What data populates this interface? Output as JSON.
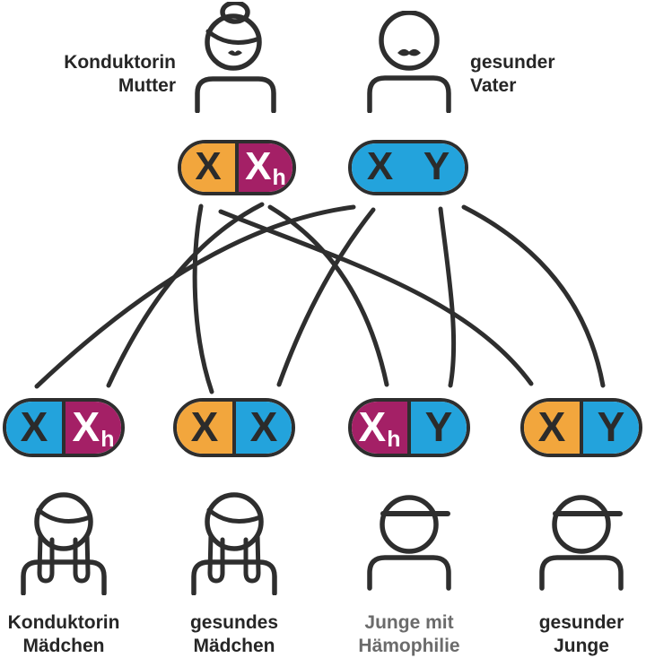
{
  "palette": {
    "orange": "#F2A63D",
    "magenta": "#A42066",
    "blue": "#23A3DC",
    "outline_dark": "#2E2E2E",
    "label_dark": "#262626",
    "label_gray": "#6B6B6B",
    "allele_text_dark": "#2B2B2B",
    "allele_text_light": "#FFFFFF"
  },
  "parents": [
    {
      "id": "mother",
      "label_lines": [
        "Konduktorin",
        "Mutter"
      ],
      "label_tone": "dark",
      "icon": "woman-bun-icon",
      "alleles": [
        {
          "base": "X",
          "sub": "",
          "fill": "orange",
          "text_tone": "dark"
        },
        {
          "base": "X",
          "sub": "h",
          "fill": "magenta",
          "text_tone": "light"
        }
      ]
    },
    {
      "id": "father",
      "label_lines": [
        "gesunder",
        "Vater"
      ],
      "label_tone": "dark",
      "icon": "man-mustache-icon",
      "alleles": [
        {
          "base": "X",
          "sub": "",
          "fill": "blue",
          "text_tone": "dark"
        },
        {
          "base": "Y",
          "sub": "",
          "fill": "blue",
          "text_tone": "dark"
        }
      ]
    }
  ],
  "children": [
    {
      "id": "child-1",
      "label_lines": [
        "Konduktorin",
        "Mädchen"
      ],
      "label_tone": "dark",
      "icon": "girl-icon",
      "alleles": [
        {
          "base": "X",
          "sub": "",
          "fill": "blue",
          "text_tone": "dark"
        },
        {
          "base": "X",
          "sub": "h",
          "fill": "magenta",
          "text_tone": "light"
        }
      ]
    },
    {
      "id": "child-2",
      "label_lines": [
        "gesundes",
        "Mädchen"
      ],
      "label_tone": "dark",
      "icon": "girl-icon",
      "alleles": [
        {
          "base": "X",
          "sub": "",
          "fill": "orange",
          "text_tone": "dark"
        },
        {
          "base": "X",
          "sub": "",
          "fill": "blue",
          "text_tone": "dark"
        }
      ]
    },
    {
      "id": "child-3",
      "label_lines": [
        "Junge mit",
        "Hämophilie"
      ],
      "label_tone": "gray",
      "icon": "boy-cap-icon",
      "alleles": [
        {
          "base": "X",
          "sub": "h",
          "fill": "magenta",
          "text_tone": "light"
        },
        {
          "base": "Y",
          "sub": "",
          "fill": "blue",
          "text_tone": "dark"
        }
      ]
    },
    {
      "id": "child-4",
      "label_lines": [
        "gesunder",
        "Junge"
      ],
      "label_tone": "dark",
      "icon": "boy-cap-icon",
      "alleles": [
        {
          "base": "X",
          "sub": "",
          "fill": "orange",
          "text_tone": "dark"
        },
        {
          "base": "Y",
          "sub": "",
          "fill": "blue",
          "text_tone": "dark"
        }
      ]
    }
  ],
  "connections": [
    {
      "from": "mother.X",
      "to": "child-2.X-left"
    },
    {
      "from": "mother.X",
      "to": "child-4.X"
    },
    {
      "from": "mother.Xh",
      "to": "child-1.Xh"
    },
    {
      "from": "mother.Xh",
      "to": "child-3.Xh"
    },
    {
      "from": "father.X",
      "to": "child-1.X"
    },
    {
      "from": "father.X",
      "to": "child-2.X-right"
    },
    {
      "from": "father.Y",
      "to": "child-3.Y"
    },
    {
      "from": "father.Y",
      "to": "child-4.Y"
    }
  ]
}
